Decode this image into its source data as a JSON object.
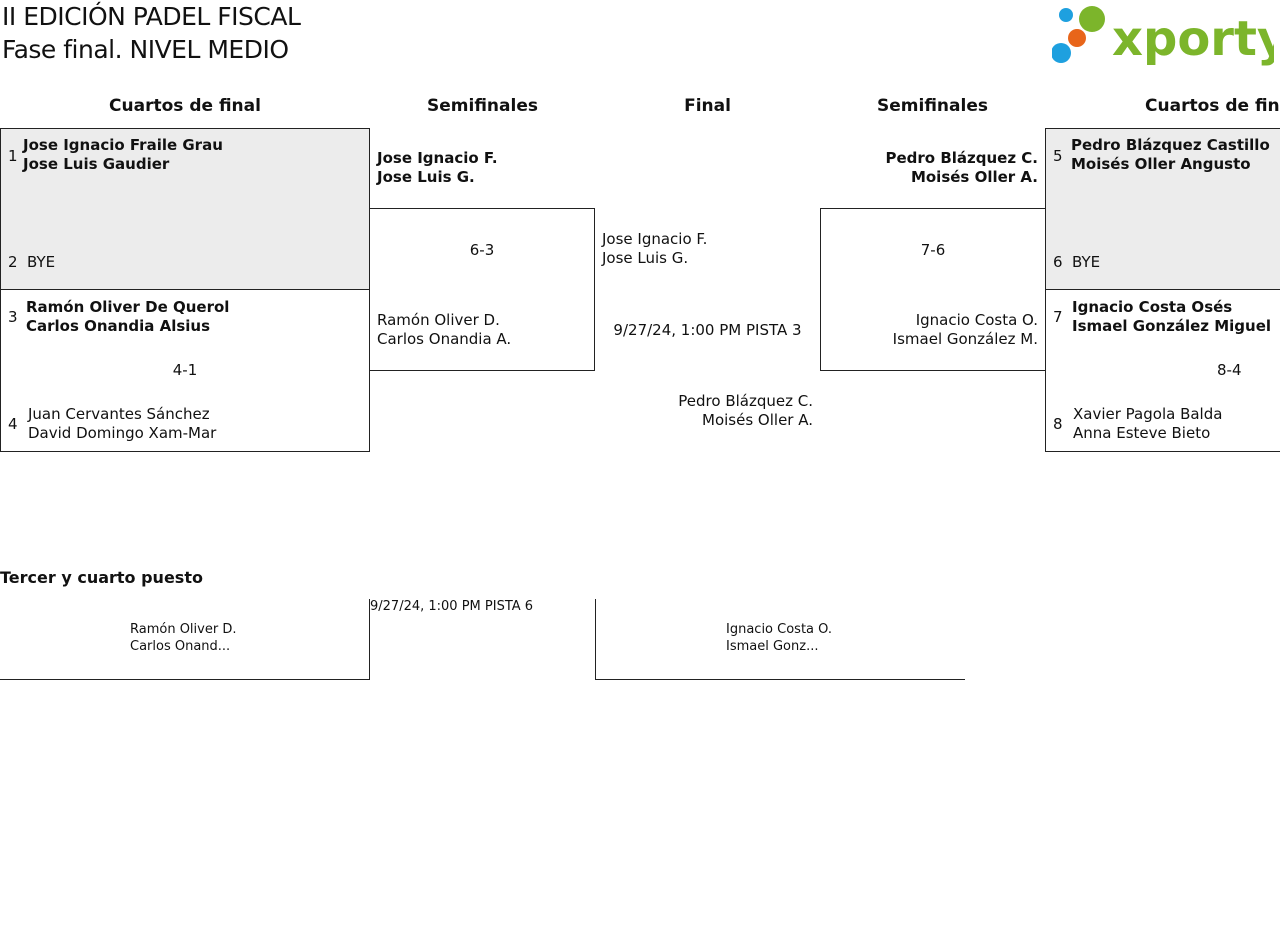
{
  "header": {
    "title": "II EDICIÓN PADEL FISCAL",
    "subtitle": "Fase final. NIVEL MEDIO",
    "logo_text": "xporty",
    "brand_green": "#7cb52b",
    "dot_colors": [
      "#1ea0df",
      "#e8651a",
      "#7cb52b"
    ]
  },
  "columns": {
    "left_quarters": "Cuartos de final",
    "left_semis": "Semifinales",
    "final": "Final",
    "right_semis": "Semifinales",
    "right_quarters": "Cuartos de final"
  },
  "left_quarters": {
    "m1": {
      "top_seed": "1",
      "top_p1": "Jose Ignacio Fraile Grau",
      "top_p2": "Jose Luis Gaudier",
      "bottom_seed": "2",
      "bottom_name": "BYE"
    },
    "m2": {
      "top_seed": "3",
      "top_p1": "Ramón Oliver De Querol",
      "top_p2": "Carlos Onandia Alsius",
      "score": "4-1",
      "bottom_seed": "4",
      "bottom_p1": "Juan Cervantes Sánchez",
      "bottom_p2": "David Domingo Xam-Mar"
    }
  },
  "left_semis": {
    "top_p1": "Jose Ignacio F.",
    "top_p2": "Jose Luis G.",
    "score": "6-3",
    "bottom_p1": "Ramón Oliver D.",
    "bottom_p2": "Carlos Onandia A."
  },
  "final": {
    "top_p1": "Jose Ignacio F.",
    "top_p2": "Jose Luis G.",
    "schedule": "9/27/24, 1:00 PM PISTA 3",
    "bottom_p1": "Pedro Blázquez C.",
    "bottom_p2": "Moisés Oller A."
  },
  "right_semis": {
    "top_p1": "Pedro Blázquez C.",
    "top_p2": "Moisés Oller A.",
    "score": "7-6",
    "bottom_p1": "Ignacio Costa O.",
    "bottom_p2": "Ismael González M."
  },
  "right_quarters": {
    "m1": {
      "top_seed": "5",
      "top_p1": "Pedro Blázquez Castillo",
      "top_p2": "Moisés Oller Angusto",
      "bottom_seed": "6",
      "bottom_name": "BYE"
    },
    "m2": {
      "top_seed": "7",
      "top_p1": "Ignacio Costa Osés",
      "top_p2": "Ismael González Miguel",
      "score": "8-4",
      "bottom_seed": "8",
      "bottom_p1": "Xavier Pagola Balda",
      "bottom_p2": "Anna Esteve Bieto"
    }
  },
  "third_place": {
    "title": "Tercer y cuarto puesto",
    "schedule": "9/27/24, 1:00 PM PISTA 6",
    "left_p1": "Ramón Oliver D.",
    "left_p2": "Carlos Onand...",
    "right_p1": "Ignacio Costa O.",
    "right_p2": "Ismael Gonz..."
  }
}
